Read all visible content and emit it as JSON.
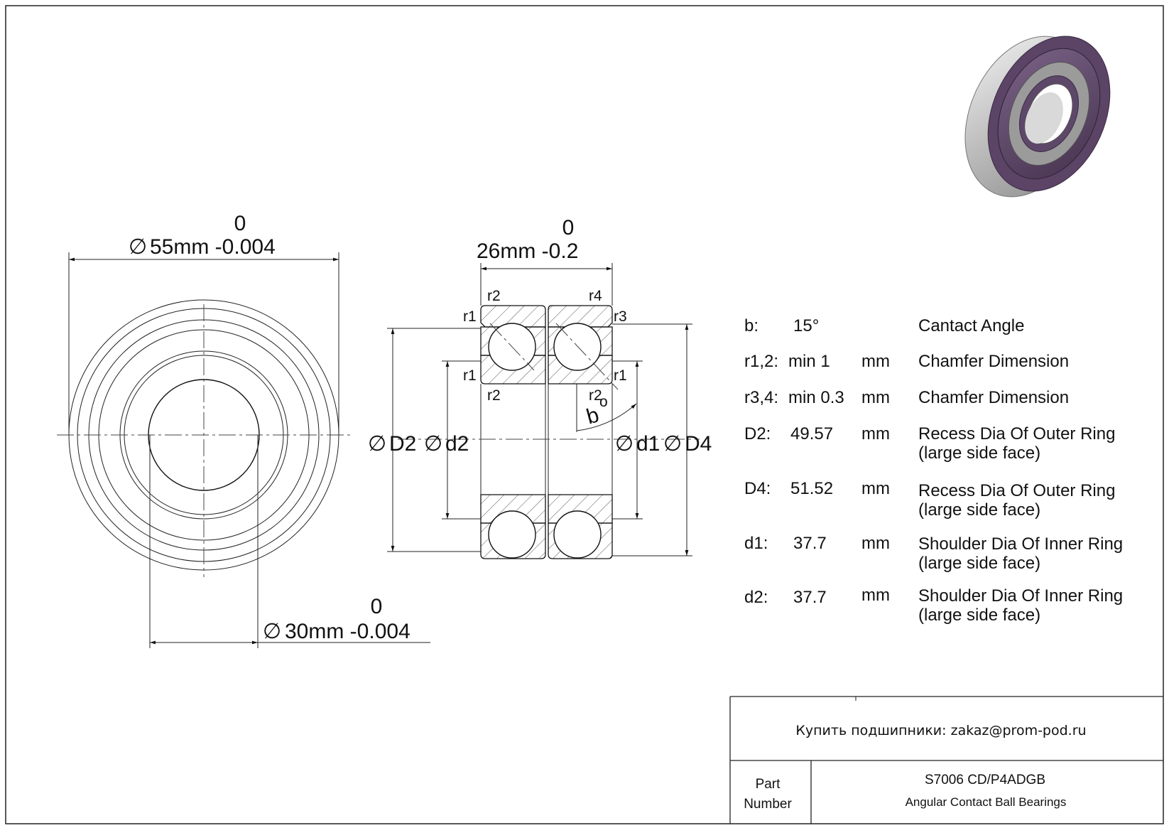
{
  "front_view": {
    "outer_dia": {
      "tolerance_upper": "0",
      "value": "55mm -0.004"
    },
    "bore_dia": {
      "tolerance_upper": "0",
      "value": "30mm -0.004"
    },
    "diameter_symbol": "∅"
  },
  "section_view": {
    "width": {
      "tolerance_upper": "0",
      "value": "26mm -0.2"
    },
    "labels": {
      "r1_top": "r1",
      "r2_top": "r2",
      "r4_top": "r4",
      "r3_top": "r3",
      "r1_mid_left": "r1",
      "r2_mid_left": "r2",
      "r1_mid_right": "r1",
      "r2_mid_right": "r2",
      "b": "b",
      "deg": "o"
    },
    "dims": {
      "D2": "D2",
      "d2": "d2",
      "d1": "d1",
      "D4": "D4"
    }
  },
  "specs": [
    {
      "key": "b:",
      "value": "15°",
      "unit": "",
      "desc1": "Cantact Angle",
      "desc2": ""
    },
    {
      "key": "r1,2:",
      "value": "min 1",
      "unit": "mm",
      "desc1": "Chamfer Dimension",
      "desc2": ""
    },
    {
      "key": "r3,4:",
      "value": "min 0.3",
      "unit": "mm",
      "desc1": "Chamfer Dimension",
      "desc2": ""
    },
    {
      "key": "D2:",
      "value": "49.57",
      "unit": "mm",
      "desc1": "Recess Dia Of Outer Ring",
      "desc2": "(large side face)"
    },
    {
      "key": "D4:",
      "value": "51.52",
      "unit": "mm",
      "desc1": "Recess Dia Of Outer Ring",
      "desc2": "(large side face)"
    },
    {
      "key": "d1:",
      "value": "37.7",
      "unit": "mm",
      "desc1": "Shoulder Dia Of Inner Ring",
      "desc2": "(large side face)"
    },
    {
      "key": "d2:",
      "value": "37.7",
      "unit": "mm",
      "desc1": "Shoulder Dia Of Inner Ring",
      "desc2": "(large side face)"
    }
  ],
  "title_block": {
    "contact": "Купить подшипники: zakaz@prom-pod.ru",
    "part_label_1": "Part",
    "part_label_2": "Number",
    "part_number": "S7006 CD/P4ADGB",
    "description": "Angular Contact Ball Bearings"
  },
  "colors": {
    "face": "#5b4466",
    "ring": "#cfcfcf"
  }
}
